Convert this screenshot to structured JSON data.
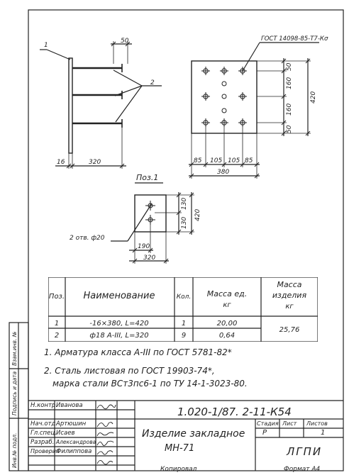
{
  "drawing": {
    "gost_plate": "ГОСТ 14098-85-Т7-Кσ",
    "leader_1": "1",
    "leader_2": "2",
    "dim_50": "50",
    "dim_16": "16",
    "dim_320": "320",
    "plan_dims_right": [
      "50",
      "160",
      "160",
      "50"
    ],
    "plan_dim_total_h": "420",
    "plan_dims_bottom": [
      "85",
      "105",
      "105",
      "85"
    ],
    "plan_dim_total_w": "380",
    "pos1_title": "Поз.1",
    "pos1_dims_right": [
      "130",
      "130"
    ],
    "pos1_dim_total_h": "420",
    "pos1_holes": "2 отв. ф20",
    "pos1_dim_190": "190",
    "pos1_dim_320": "320"
  },
  "spec_table": {
    "headers": {
      "pos": "Поз.",
      "name": "Наименование",
      "qty": "Кол.",
      "mass_unit_1": "Масса ед.",
      "mass_unit_2": "кг",
      "mass_item_1": "Масса",
      "mass_item_2": "изделия",
      "mass_item_3": "кг"
    },
    "rows": [
      {
        "pos": "1",
        "name": "-16×380, L=420",
        "qty": "1",
        "mass": "20,00"
      },
      {
        "pos": "2",
        "name": "ф18 А-III, L=320",
        "qty": "9",
        "mass": "0,64"
      }
    ],
    "total_mass": "25,76"
  },
  "notes": [
    "1. Арматура класса А-III по ГОСТ 5781-82*",
    "2. Сталь листовая по ГОСТ 19903-74*,",
    "марка стали ВСт3пс6-1 по ТУ 14-1-3023-80."
  ],
  "side_stamp": [
    "Инв.№ подл.",
    "Подпись и дата",
    "Взам.инв. №"
  ],
  "title_block": {
    "doc_code": "1.020-1/87. 2-11-К54",
    "item_name_1": "Изделие закладное",
    "item_name_2": "МН-71",
    "stage_label": "Стадия",
    "sheet_label": "Лист",
    "sheets_label": "Листов",
    "stage_value": "Р",
    "sheets_value": "1",
    "org": "ЛГПИ",
    "roles": [
      {
        "role": "Н.контр.",
        "name": "Иванова"
      },
      {
        "role": "Нач.отд.",
        "name": "Артюшин"
      },
      {
        "role": "Гл.спец.",
        "name": "Исаев"
      },
      {
        "role": "Разраб.",
        "name": "Александрова"
      },
      {
        "role": "Проверил",
        "name": "Филиппова"
      }
    ]
  },
  "footer": {
    "copied": "Копировал",
    "format": "Формат А4"
  }
}
